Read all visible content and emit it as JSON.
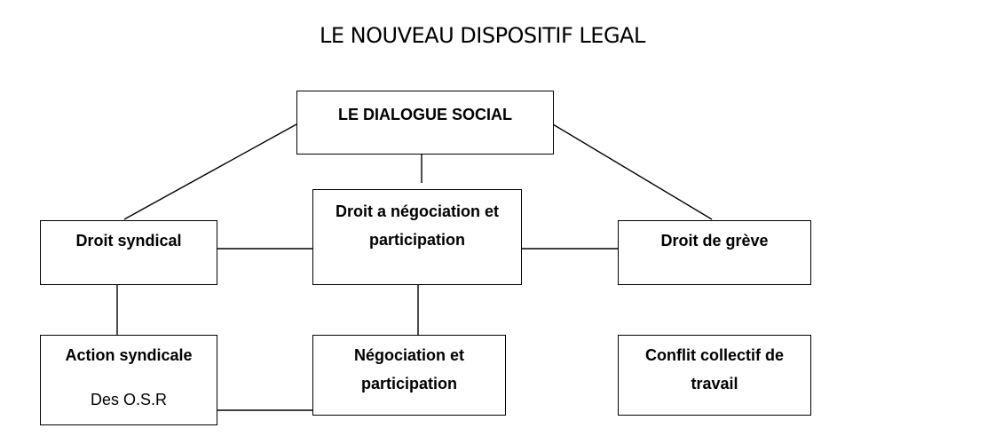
{
  "title": "LE NOUVEAU DISPOSITIF LEGAL",
  "nodes": {
    "dialogue": "LE DIALOGUE SOCIAL",
    "droit_syndical": "Droit syndical",
    "droit_negociation_line1": "Droit a négociation  et",
    "droit_negociation_line2": "participation",
    "droit_greve": "Droit de grève",
    "action_syndicale_line1": "Action syndicale",
    "action_syndicale_line2": "Des O.S.R",
    "negociation_line1": "Négociation et",
    "negociation_line2": "participation",
    "conflit_line1": "Conflit collectif de",
    "conflit_line2": "travail"
  }
}
